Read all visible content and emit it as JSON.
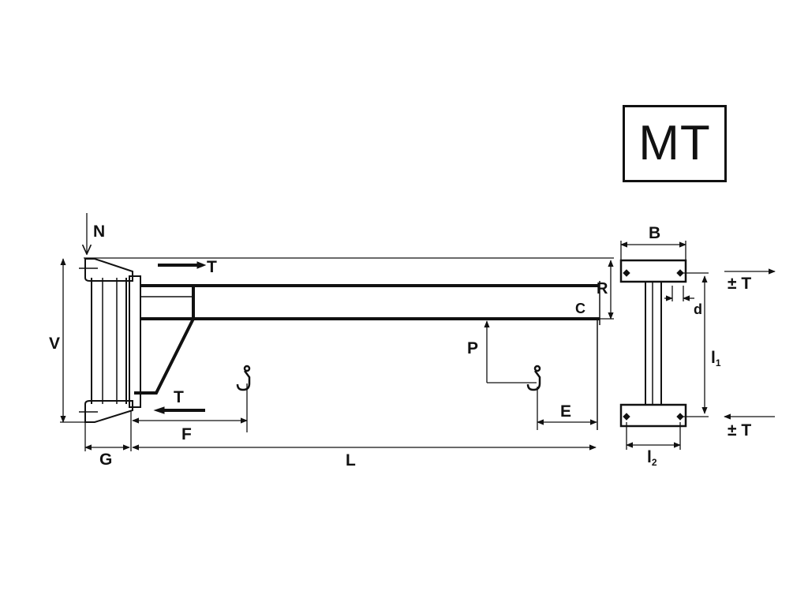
{
  "logo": {
    "text": "MT"
  },
  "labels": {
    "N": "N",
    "T_top": "T",
    "T_bottom": "T",
    "R": "R",
    "C": "C",
    "V": "V",
    "P": "P",
    "E": "E",
    "F": "F",
    "G": "G",
    "L": "L",
    "B": "B",
    "d": "d",
    "l1": "l",
    "l1_sub": "1",
    "l2": "l",
    "l2_sub": "2",
    "pm_T_top": "± T",
    "pm_T_bottom": "± T"
  },
  "colors": {
    "ink": "#111111",
    "background": "#ffffff"
  }
}
